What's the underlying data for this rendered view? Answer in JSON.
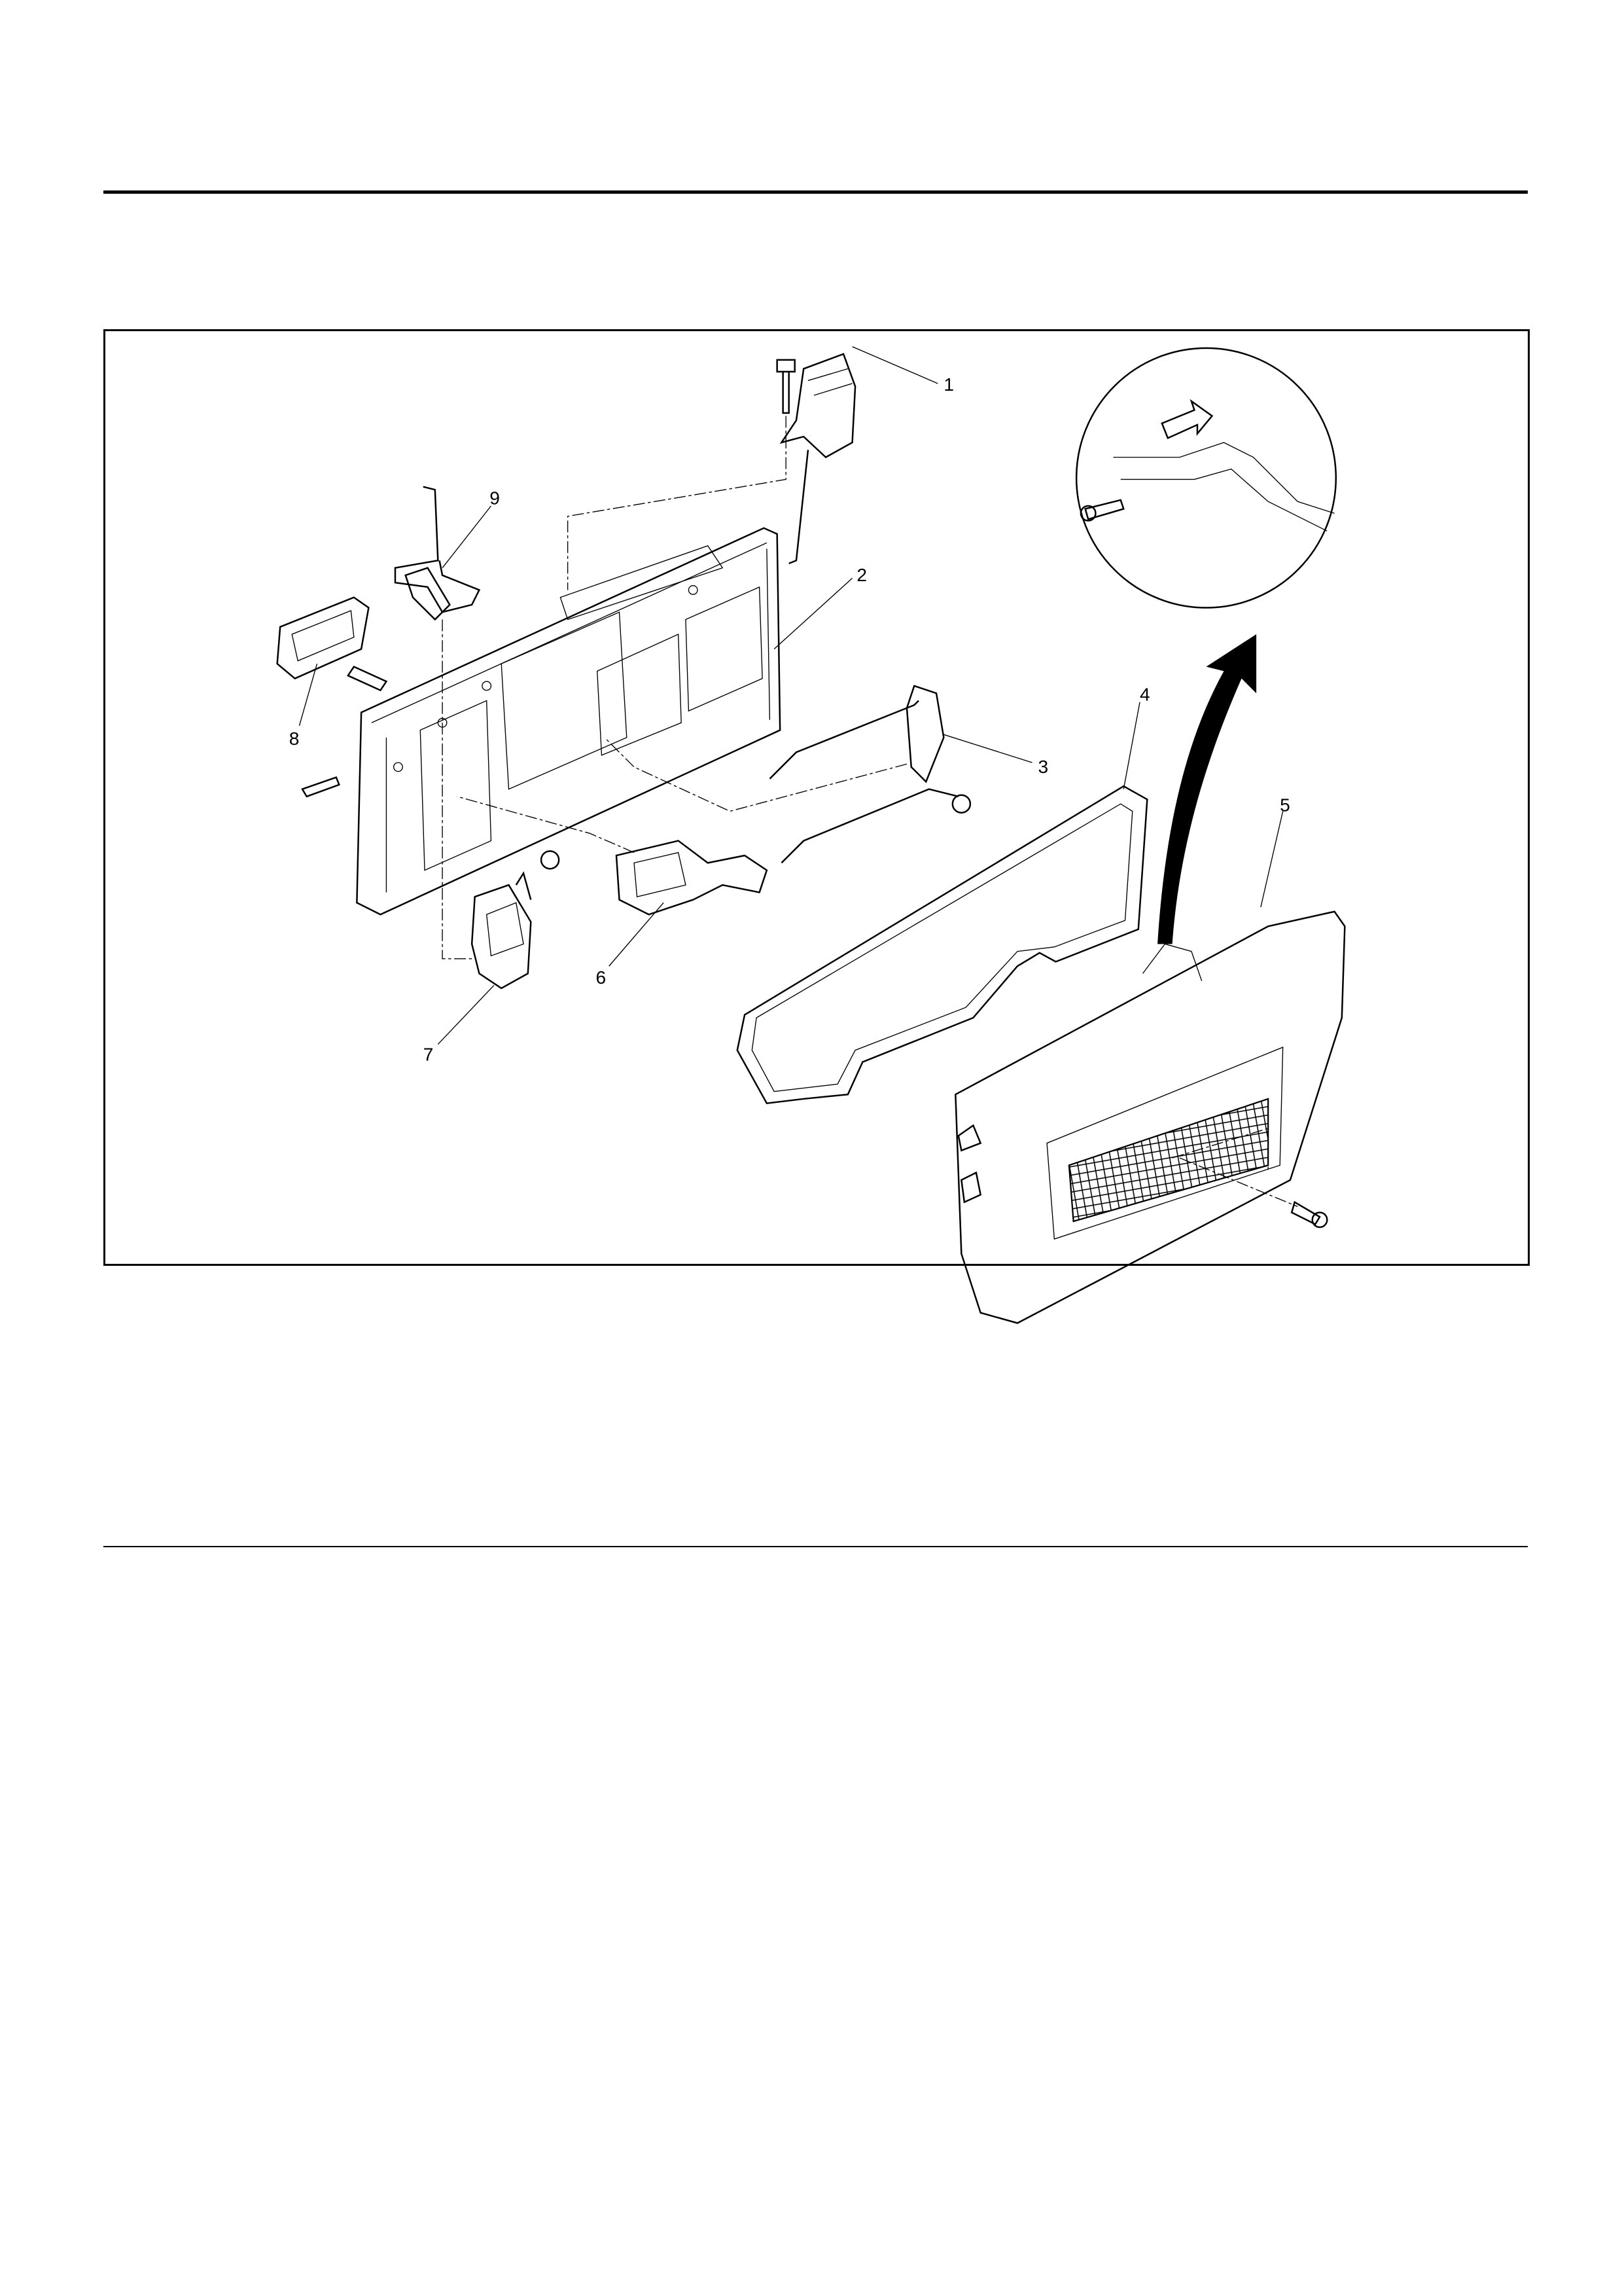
{
  "figure": {
    "callouts": [
      "1",
      "2",
      "3",
      "4",
      "5",
      "6",
      "7",
      "8",
      "9"
    ]
  }
}
